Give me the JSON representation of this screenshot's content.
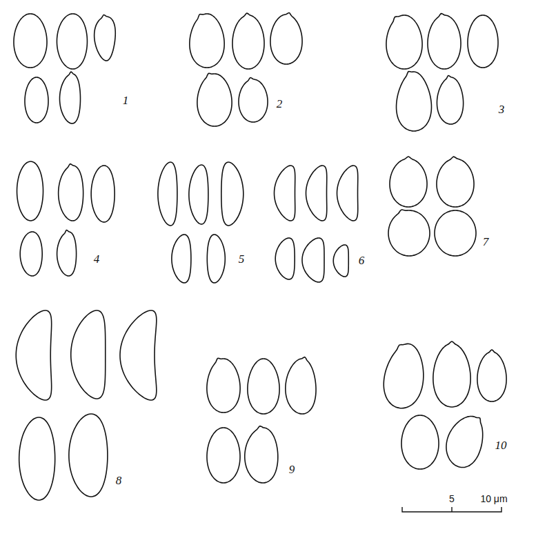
{
  "diagram": {
    "labels": [
      "1",
      "2",
      "3",
      "4",
      "5",
      "6",
      "7",
      "8",
      "9",
      "10",
      "5",
      "10 μm"
    ]
  }
}
